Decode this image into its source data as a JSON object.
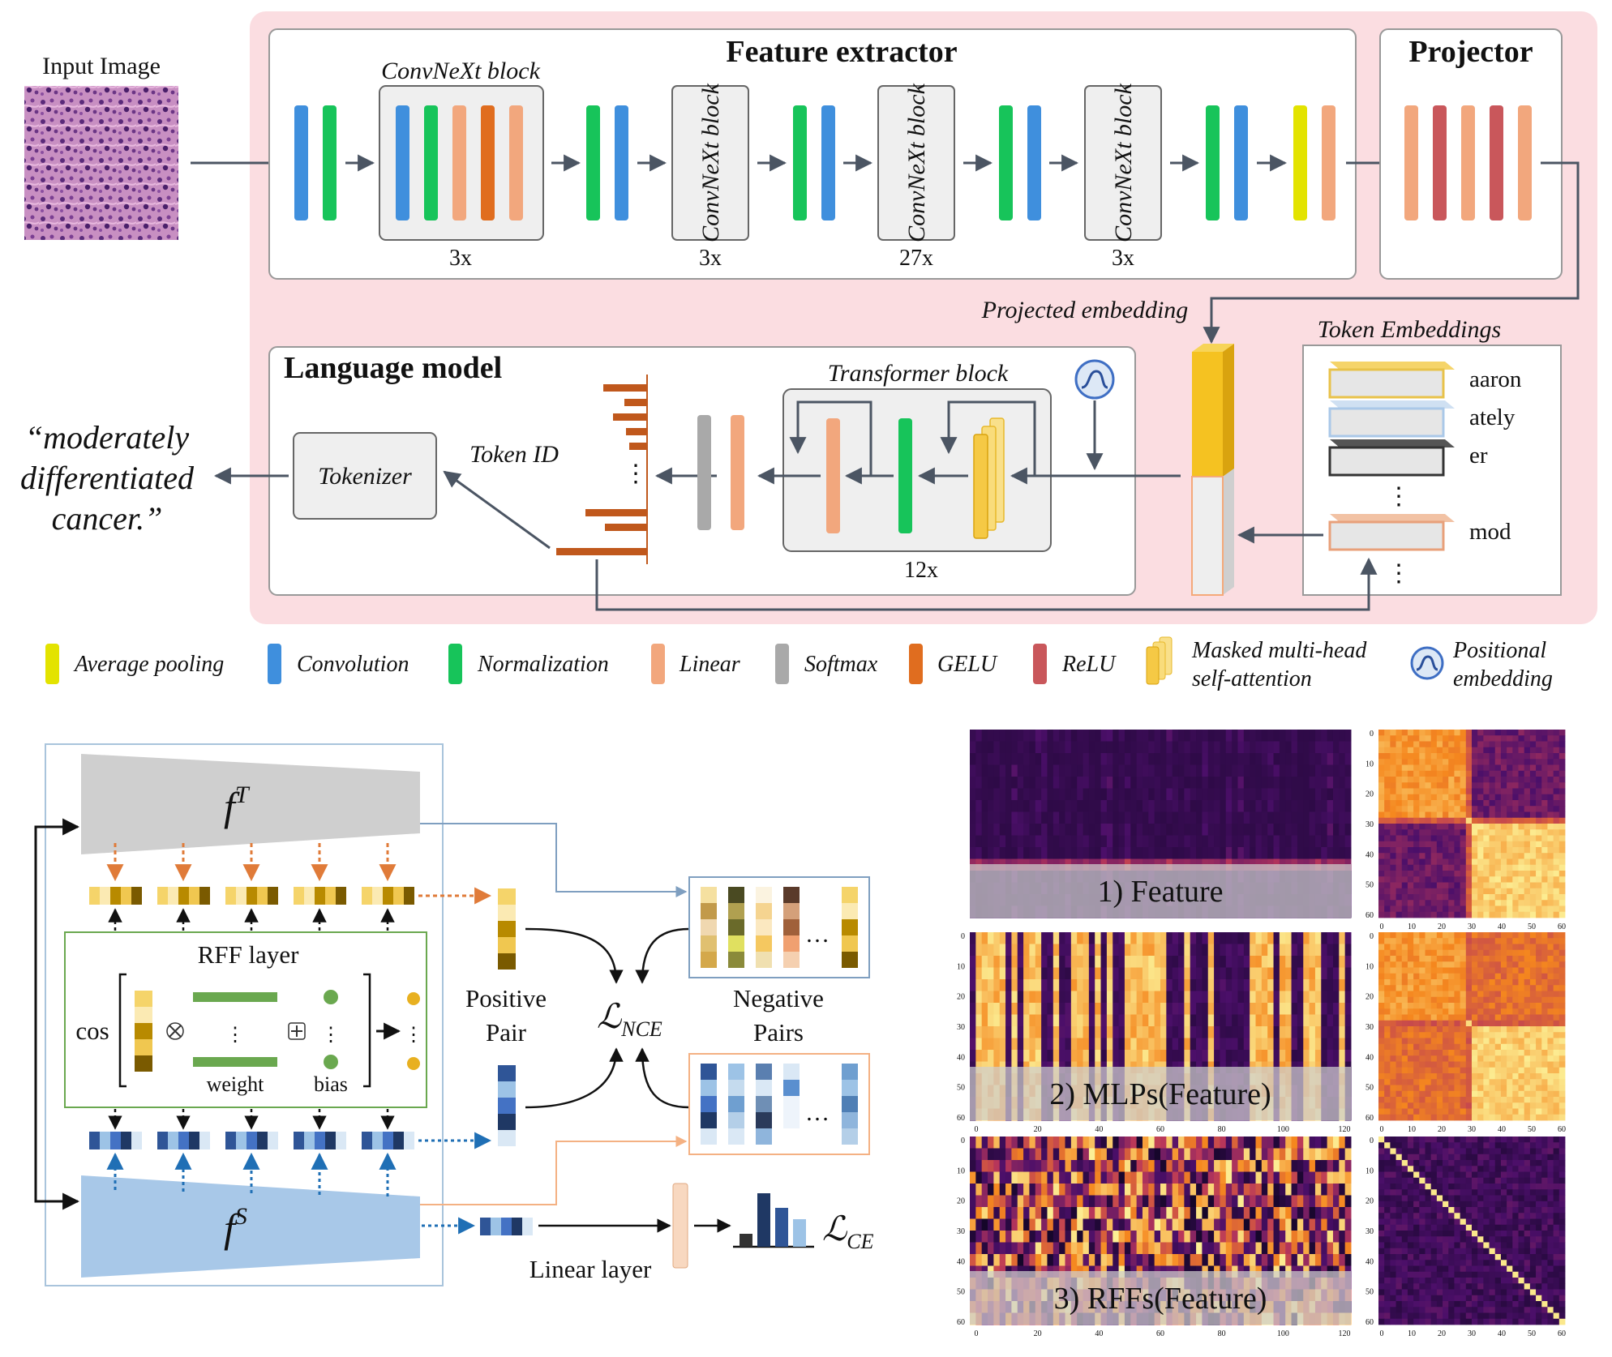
{
  "colors": {
    "pink_panel": "#fbdde1",
    "average_pooling": "#e3e300",
    "convolution": "#3f8fdd",
    "normalization": "#17c45a",
    "linear": "#f2a77d",
    "softmax": "#a9a9a9",
    "gelu": "#e06d1f",
    "relu": "#c9575b",
    "attention": "#f5c945",
    "arrow": "#4b5563",
    "teacher": "#cfcfcf",
    "student": "#a8c8e8",
    "rff_border": "#6aa84f"
  },
  "icons": [
    "positional-embedding-icon",
    "multiply-icon",
    "plus-icon"
  ],
  "top": {
    "input_label": "Input Image",
    "feature_extractor_title": "Feature extractor",
    "convnext_block_label": "ConvNeXt block",
    "convnext_vertical_label": "ConvNeXt block",
    "multipliers": [
      "3x",
      "3x",
      "27x",
      "3x"
    ],
    "projector_title": "Projector",
    "projected_embedding": "Projected embedding",
    "token_embeddings_title": "Token Embeddings",
    "tokens": [
      "aaron",
      "ately",
      "er",
      "mod"
    ],
    "ellipsis": "⋮",
    "language_model_title": "Language model",
    "transformer_block_label": "Transformer block",
    "transformer_multiplier": "12x",
    "token_id": "Token ID",
    "tokenizer": "Tokenizer",
    "output_text": [
      "“moderately",
      "differentiated",
      "cancer.”"
    ]
  },
  "legend": [
    {
      "label": "Average pooling",
      "color": "#e3e300"
    },
    {
      "label": "Convolution",
      "color": "#3f8fdd"
    },
    {
      "label": "Normalization",
      "color": "#17c45a"
    },
    {
      "label": "Linear",
      "color": "#f2a77d"
    },
    {
      "label": "Softmax",
      "color": "#a9a9a9"
    },
    {
      "label": "GELU",
      "color": "#e06d1f"
    },
    {
      "label": "ReLU",
      "color": "#c9575b"
    },
    {
      "label": "Masked multi-head self-attention",
      "lines": [
        "Masked multi-head",
        "self-attention"
      ],
      "color": "#f5c945"
    },
    {
      "label": "Positional embedding",
      "lines": [
        "Positional",
        "embedding"
      ],
      "color": "#3f6fc4"
    }
  ],
  "bottom": {
    "teacher_label": "f",
    "teacher_sup": "T",
    "student_label": "f",
    "student_sup": "S",
    "rff_title": "RFF layer",
    "cos": "cos",
    "weight": "weight",
    "bias": "bias",
    "positive_pair": [
      "Positive",
      "Pair"
    ],
    "negative_pairs": [
      "Negative",
      "Pairs"
    ],
    "nce_loss": "ℒ",
    "nce_sub": "NCE",
    "ce_loss": "ℒ",
    "ce_sub": "CE",
    "linear_layer": "Linear layer",
    "dots": "…"
  },
  "heatmaps": {
    "panels": [
      "1) Feature",
      "2) MLPs(Feature)",
      "3) RFFs(Feature)"
    ],
    "left_x_ticks": [
      "0",
      "20",
      "40",
      "60",
      "80",
      "100",
      "120"
    ],
    "y_ticks": [
      "0",
      "10",
      "20",
      "30",
      "40",
      "50",
      "60"
    ],
    "right_x_ticks": [
      "0",
      "10",
      "20",
      "30",
      "40",
      "50",
      "60"
    ]
  }
}
